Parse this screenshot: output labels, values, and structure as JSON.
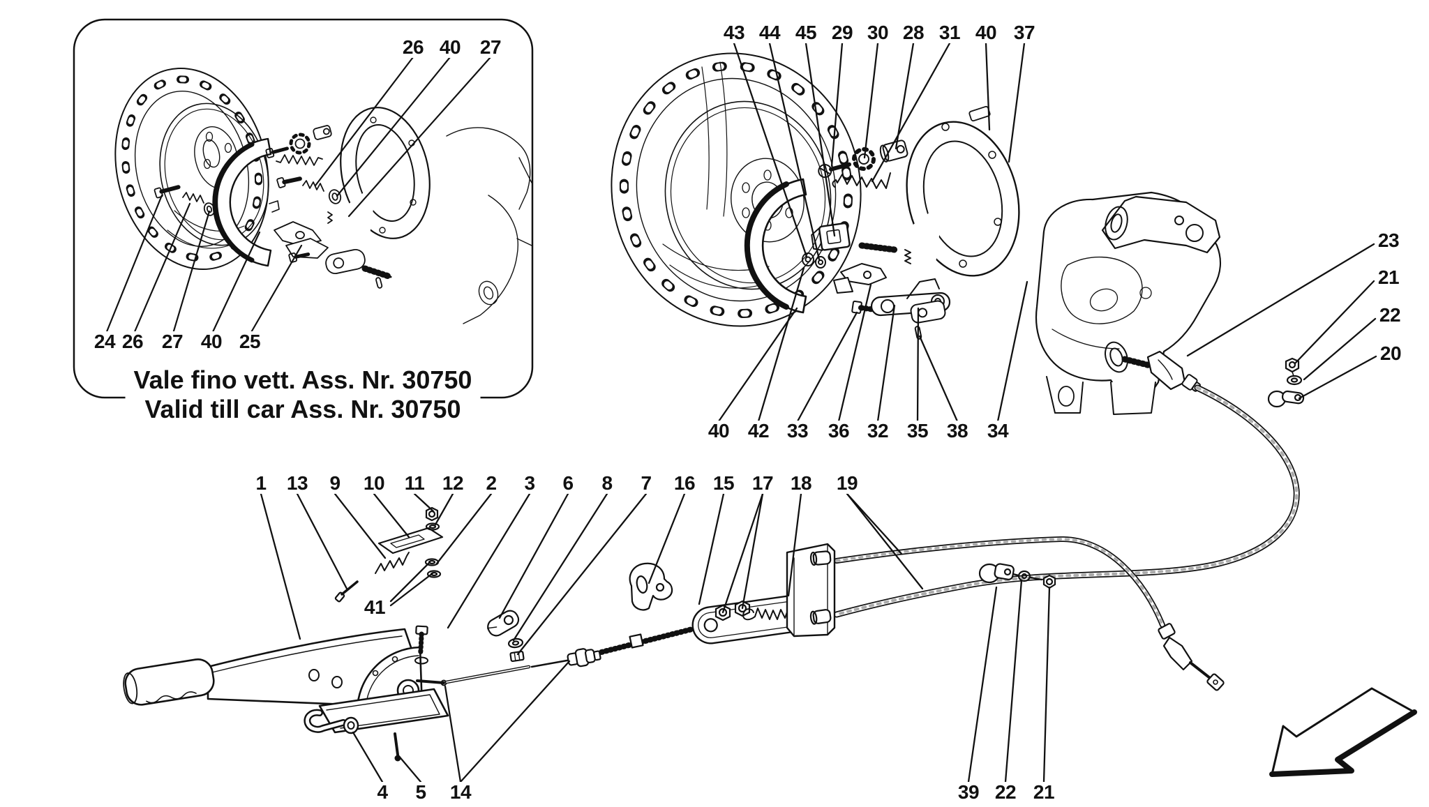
{
  "figure": {
    "type": "exploded-parts-diagram",
    "subject": "hand-brake control",
    "background_color": "#ffffff",
    "line_color": "#111111"
  },
  "inset": {
    "caption_line1": "Vale fino vett. Ass. Nr. 30750",
    "caption_line2": "Valid till car Ass. Nr. 30750",
    "top_labels": [
      "26",
      "40",
      "27"
    ],
    "bottom_labels": [
      "24",
      "26",
      "27",
      "40",
      "25"
    ]
  },
  "main": {
    "top_labels": [
      "43",
      "44",
      "45",
      "29",
      "30",
      "28",
      "31",
      "40",
      "37"
    ],
    "mid_labels": [
      "40",
      "42",
      "33",
      "36",
      "32",
      "35",
      "38",
      "34"
    ],
    "right_labels": [
      "23",
      "21",
      "22",
      "20"
    ],
    "lever_labels": [
      "1",
      "13",
      "9",
      "10",
      "11",
      "12",
      "2",
      "3",
      "6",
      "8",
      "7",
      "16",
      "15",
      "17",
      "18",
      "19"
    ],
    "ratchet_label": "41",
    "bottom_left_labels": [
      "4",
      "5",
      "14"
    ],
    "bottom_right_labels": [
      "39",
      "22",
      "21"
    ]
  }
}
